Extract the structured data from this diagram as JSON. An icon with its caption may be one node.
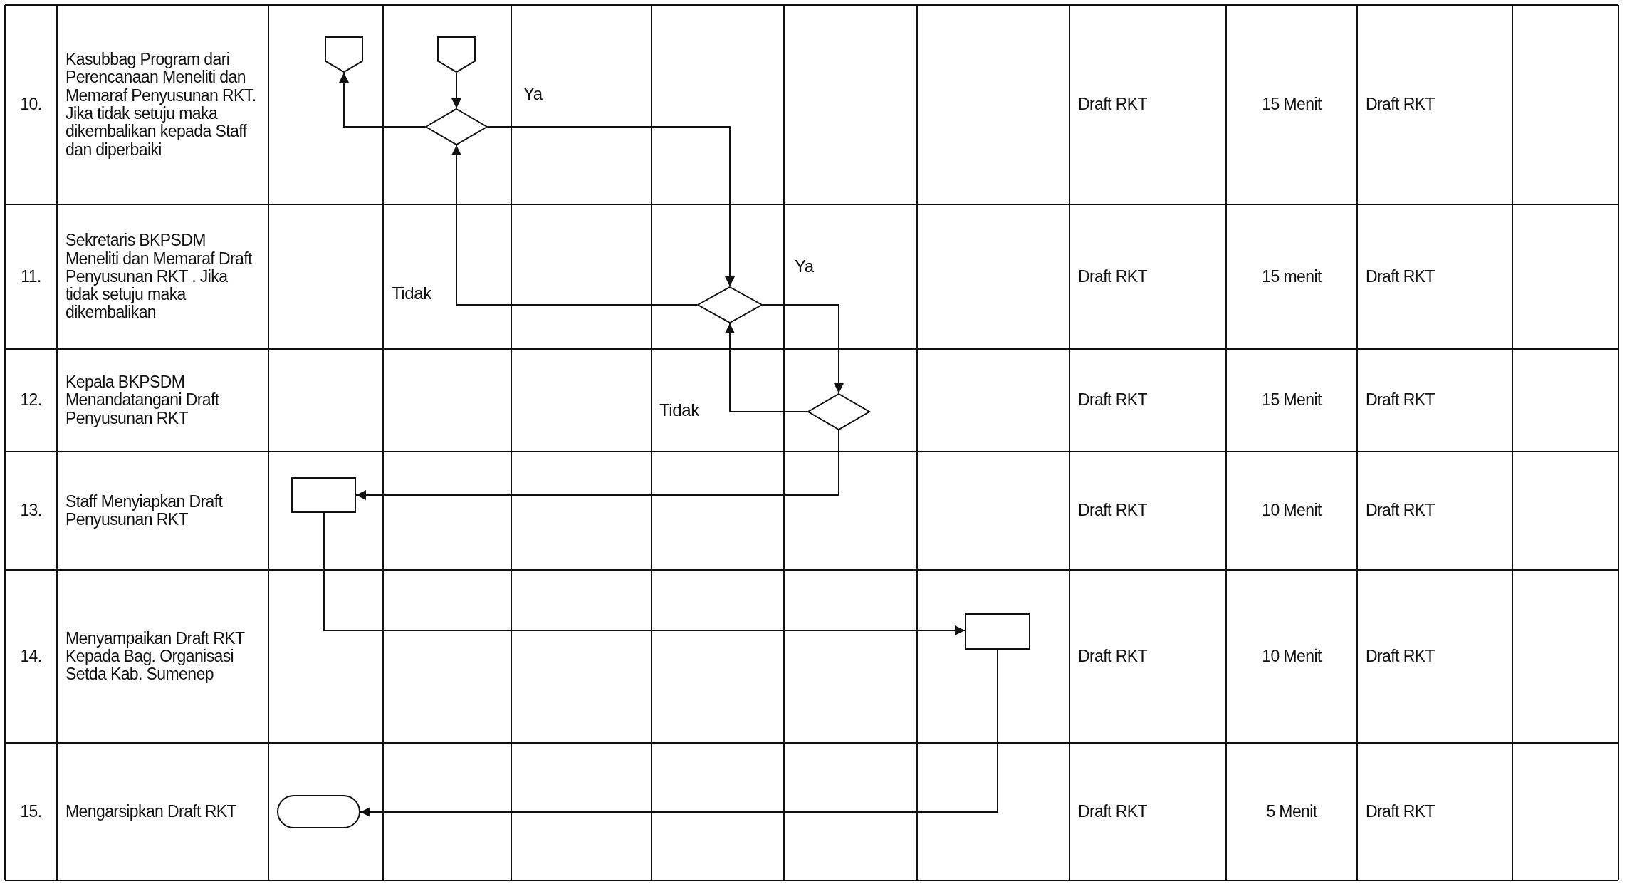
{
  "diagram": {
    "nodes": [
      {
        "text": [],
        "shape": "pentagon"
      },
      {
        "text": [],
        "shape": "pentagon"
      },
      {
        "text": [],
        "shape": "diamond"
      },
      {
        "text": [],
        "shape": "diamond"
      },
      {
        "text": [],
        "shape": "diamond"
      },
      {
        "text": [],
        "shape": "box"
      },
      {
        "text": [],
        "shape": "box"
      },
      {
        "text": [],
        "shape": "capsule"
      }
    ],
    "edges": [
      {
        "from": 1,
        "to": 2,
        "arrow": "to"
      },
      {
        "from": 2,
        "to": 0,
        "arrow": "to"
      },
      {
        "from": 2,
        "to": 3,
        "arrow": "to",
        "label": "Ya"
      },
      {
        "from": 3,
        "to": 2,
        "arrow": "to",
        "label": "Tidak"
      },
      {
        "from": 3,
        "to": 4,
        "arrow": "to",
        "label": "Ya"
      },
      {
        "from": 4,
        "to": 3,
        "arrow": "to",
        "label": "Tidak"
      },
      {
        "from": 4,
        "to": 5,
        "arrow": "to"
      },
      {
        "from": 5,
        "to": 6,
        "arrow": "to"
      },
      {
        "from": 6,
        "to": 7,
        "arrow": "to"
      }
    ],
    "labels": [
      "10.",
      "Kasubbag Program dari Perencanaan Meneliti dan Memaraf Penyusunan RKT. Jika tidak setuju maka dikembalikan kepada Staff dan diperbaiki",
      "Draft RKT",
      "15 Menit",
      "Draft RKT",
      "11.",
      "Sekretaris BKPSDM Meneliti dan Memaraf Draft Penyusunan RKT . Jika tidak setuju maka dikembalikan",
      "Draft RKT",
      "15 menit",
      "Draft RKT",
      "12.",
      "Kepala BKPSDM Menandatangani Draft Penyusunan RKT",
      "Draft RKT",
      "15 Menit",
      "Draft RKT",
      "13.",
      "Staff Menyiapkan Draft Penyusunan RKT",
      "Draft RKT",
      "10 Menit",
      "Draft RKT",
      "14.",
      "Menyampaikan Draft RKT Kepada Bag. Organisasi Setda Kab. Sumenep",
      "Draft RKT",
      "10 Menit",
      "Draft RKT",
      "15.",
      "Mengarsipkan Draft RKT",
      "Draft RKT",
      "5 Menit",
      "Draft RKT"
    ]
  }
}
